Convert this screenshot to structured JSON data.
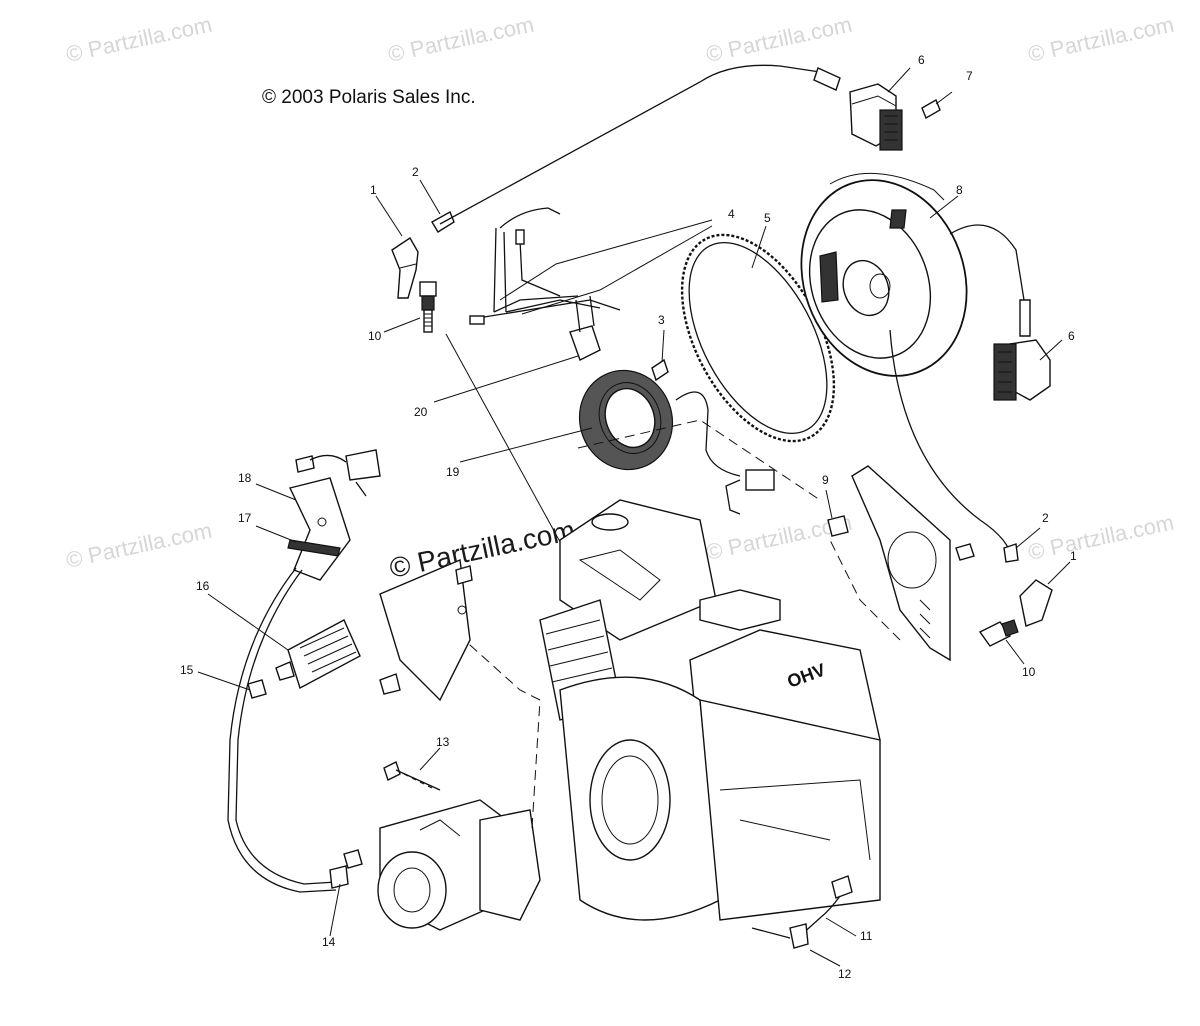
{
  "copyright": "© 2003 Polaris Sales Inc.",
  "watermark": "© Partzilla.com",
  "watermark_center": "© Partzilla.com",
  "callouts": {
    "c1a": "1",
    "c1b": "1",
    "c2a": "2",
    "c2b": "2",
    "c3": "3",
    "c4": "4",
    "c5": "5",
    "c6a": "6",
    "c6b": "6",
    "c7": "7",
    "c8": "8",
    "c9": "9",
    "c10a": "10",
    "c10b": "10",
    "c11": "11",
    "c12": "12",
    "c13": "13",
    "c14": "14",
    "c15": "15",
    "c16": "16",
    "c17": "17",
    "c18": "18",
    "c19": "19",
    "c20": "20"
  },
  "engine_mark": "OHV",
  "colors": {
    "ink": "#111111",
    "watermark": "#d6d6d6",
    "background": "#ffffff"
  }
}
